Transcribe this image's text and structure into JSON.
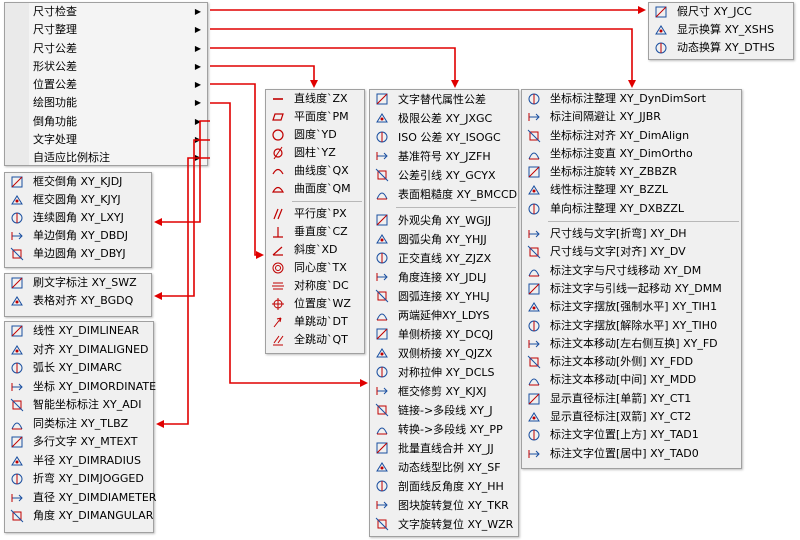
{
  "main_menu": [
    {
      "label": "尺寸检查"
    },
    {
      "label": "尺寸整理"
    },
    {
      "label": "尺寸公差"
    },
    {
      "label": "形状公差"
    },
    {
      "label": "位置公差"
    },
    {
      "label": "绘图功能"
    },
    {
      "label": "倒角功能"
    },
    {
      "label": "文字处理"
    },
    {
      "label": "自适应比例标注"
    }
  ],
  "check_menu": [
    {
      "label": "假尺寸 XY_JCC",
      "icon": "fake-dim-icon"
    },
    {
      "label": "显示换算 XY_XSHS",
      "icon": "display-convert-icon"
    },
    {
      "label": "动态换算 XY_DTHS",
      "icon": "dynamic-convert-icon"
    }
  ],
  "shape_tol_menu": [
    {
      "label": "直线度`ZX",
      "icon": "straightness-icon"
    },
    {
      "label": "平面度`PM",
      "icon": "flatness-icon"
    },
    {
      "label": "圆度`YD",
      "icon": "roundness-icon"
    },
    {
      "label": "圆柱`YZ",
      "icon": "cylindricity-icon"
    },
    {
      "label": "曲线度`QX",
      "icon": "line-profile-icon"
    },
    {
      "label": "曲面度`QM",
      "icon": "surface-profile-icon"
    }
  ],
  "position_tol_menu": [
    {
      "label": "平行度`PX",
      "icon": "parallelism-icon"
    },
    {
      "label": "垂直度`CZ",
      "icon": "perpendicularity-icon"
    },
    {
      "label": "斜度`XD",
      "icon": "angularity-icon"
    },
    {
      "label": "同心度`TX",
      "icon": "concentricity-icon"
    },
    {
      "label": "对称度`DC",
      "icon": "symmetry-icon"
    },
    {
      "label": "位置度`WZ",
      "icon": "position-icon"
    },
    {
      "label": "单跳动`DT",
      "icon": "circular-runout-icon"
    },
    {
      "label": "全跳动`QT",
      "icon": "total-runout-icon"
    }
  ],
  "tolerance_menu": [
    {
      "label": "文字替代属性公差",
      "icon": "text-replace-icon"
    },
    {
      "label": "极限公差 XY_JXGC",
      "icon": "limit-tolerance-icon"
    },
    {
      "label": "ISO 公差 XY_ISOGC",
      "icon": "iso-tolerance-icon"
    },
    {
      "label": "基准符号 XY_JZFH",
      "icon": "datum-symbol-icon"
    },
    {
      "label": "公差引线 XY_GCYX",
      "icon": "tolerance-leader-icon"
    },
    {
      "label": "表面粗糙度 XY_BMCCD",
      "icon": "surface-roughness-icon"
    }
  ],
  "draw_menu": [
    {
      "label": "外观尖角 XY_WGJJ",
      "icon": "outer-corner-icon"
    },
    {
      "label": "圆弧尖角 XY_YHJJ",
      "icon": "arc-corner-icon"
    },
    {
      "label": "正交直线 XY_ZJZX",
      "icon": "ortho-line-icon"
    },
    {
      "label": "角度连接 XY_JDLJ",
      "icon": "angle-connect-icon"
    },
    {
      "label": "圆弧连接 XY_YHLJ",
      "icon": "arc-connect-icon"
    },
    {
      "label": "两端延伸XY_LDYS",
      "icon": "extend-both-icon"
    },
    {
      "label": "单侧桥接 XY_DCQJ",
      "icon": "single-bridge-icon"
    },
    {
      "label": "双侧桥接 XY_QJZX",
      "icon": "double-bridge-icon"
    },
    {
      "label": "对称拉伸 XY_DCLS",
      "icon": "symmetric-stretch-icon"
    },
    {
      "label": "框交修剪 XY_KJXJ",
      "icon": "box-trim-icon"
    },
    {
      "label": "链接->多段线 XY_J",
      "icon": "link-polyline-icon"
    },
    {
      "label": "转换->多段线 XY_PP",
      "icon": "convert-polyline-icon"
    },
    {
      "label": "批量直线合并 XY_JJ",
      "icon": "merge-lines-icon"
    },
    {
      "label": "动态线型比例 XY_SF",
      "icon": "linetype-scale-icon"
    },
    {
      "label": "剖面线反角度 XY_HH",
      "icon": "hatch-angle-icon"
    },
    {
      "label": "图块旋转复位 XY_TKR",
      "icon": "block-rotate-icon"
    },
    {
      "label": "文字旋转复位 XY_WZR",
      "icon": "text-rotate-icon"
    }
  ],
  "sort_menu": [
    {
      "label": "坐标标注整理 XY_DynDimSort",
      "icon": "coord-sort-icon"
    },
    {
      "label": "标注间隔避让 XY_JJBR",
      "icon": "spacing-avoid-icon"
    },
    {
      "label": "坐标标注对齐 XY_DimAlign",
      "icon": "coord-align-icon"
    },
    {
      "label": "坐标标注变直 XY_DimOrtho",
      "icon": "coord-ortho-icon"
    },
    {
      "label": "坐标标注旋转 XY_ZBBZR",
      "icon": "coord-rotate-icon"
    },
    {
      "label": "线性标注整理 XY_BZZL",
      "icon": "linear-sort-icon"
    },
    {
      "label": "单向标注整理 XY_DXBZZL",
      "icon": "oneway-sort-icon"
    }
  ],
  "text_adjust_menu": [
    {
      "label": "尺寸线与文字[折弯] XY_DH",
      "icon": "dimline-bend-icon"
    },
    {
      "label": "尺寸线与文字[对齐] XY_DV",
      "icon": "dimline-align-icon"
    },
    {
      "label": "标注文字与尺寸线移动 XY_DM",
      "icon": "text-dimline-move-icon"
    },
    {
      "label": "标注文字与引线一起移动 XY_DMM",
      "icon": "text-leader-move-icon"
    },
    {
      "label": "标注文字摆放[强制水平] XY_TIH1",
      "icon": "text-horizontal-icon"
    },
    {
      "label": "标注文字摆放[解除水平] XY_TIH0",
      "icon": "text-unhorizontal-icon"
    },
    {
      "label": "标注文本移动[左右侧互换] XY_FD",
      "icon": "text-swap-icon"
    },
    {
      "label": "标注文本移动[外侧] XY_FDD",
      "icon": "text-outside-icon"
    },
    {
      "label": "标注文本移动[中间] XY_MDD",
      "icon": "text-middle-icon"
    },
    {
      "label": "显示直径标注[单箭] XY_CT1",
      "icon": "dia-single-icon"
    },
    {
      "label": "显示直径标注[双箭] XY_CT2",
      "icon": "dia-double-icon"
    },
    {
      "label": "标注文字位置[上方] XY_TAD1",
      "icon": "text-above-icon"
    },
    {
      "label": "标注文字位置[居中] XY_TAD0",
      "icon": "text-center-icon"
    }
  ],
  "corner_menu": [
    {
      "label": "框交倒角 XY_KJDJ",
      "icon": "box-chamfer-icon"
    },
    {
      "label": "框交圆角 XY_KJYJ",
      "icon": "box-fillet-icon"
    },
    {
      "label": "连续圆角 XY_LXYJ",
      "icon": "continuous-fillet-icon"
    },
    {
      "label": "单边倒角 XY_DBDJ",
      "icon": "single-chamfer-icon"
    },
    {
      "label": "单边圆角 XY_DBYJ",
      "icon": "single-fillet-icon"
    }
  ],
  "text_proc_menu": [
    {
      "label": "刷文字标注 XY_SWZ",
      "icon": "brush-text-icon"
    },
    {
      "label": "表格对齐 XY_BGDQ",
      "icon": "table-align-icon"
    }
  ],
  "dim_std_menu": [
    {
      "label": "线性 XY_DIMLINEAR",
      "icon": "linear-dim-icon"
    },
    {
      "label": "对齐 XY_DIMALIGNED",
      "icon": "aligned-dim-icon"
    },
    {
      "label": "弧长 XY_DIMARC",
      "icon": "arc-dim-icon"
    },
    {
      "label": "坐标 XY_DIMORDINATE",
      "icon": "ordinate-dim-icon"
    },
    {
      "label": "智能坐标标注 XY_ADI",
      "icon": "smart-ordinate-icon"
    },
    {
      "label": "同类标注 XY_TLBZ",
      "icon": "same-dim-icon"
    },
    {
      "label": "多行文字 XY_MTEXT",
      "icon": "mtext-icon"
    },
    {
      "label": "半径 XY_DIMRADIUS",
      "icon": "radius-dim-icon"
    },
    {
      "label": "折弯 XY_DIMJOGGED",
      "icon": "jogged-dim-icon"
    },
    {
      "label": "直径 XY_DIMDIAMETER",
      "icon": "diameter-dim-icon"
    },
    {
      "label": "角度 XY_DIMANGULAR",
      "icon": "angular-dim-icon"
    }
  ],
  "colors": {
    "arrow": "#e00000",
    "menu_bg": "#f0f0f0",
    "border": "#a0a0a0",
    "icon_blue": "#1a4fa0",
    "icon_red": "#c00000"
  }
}
